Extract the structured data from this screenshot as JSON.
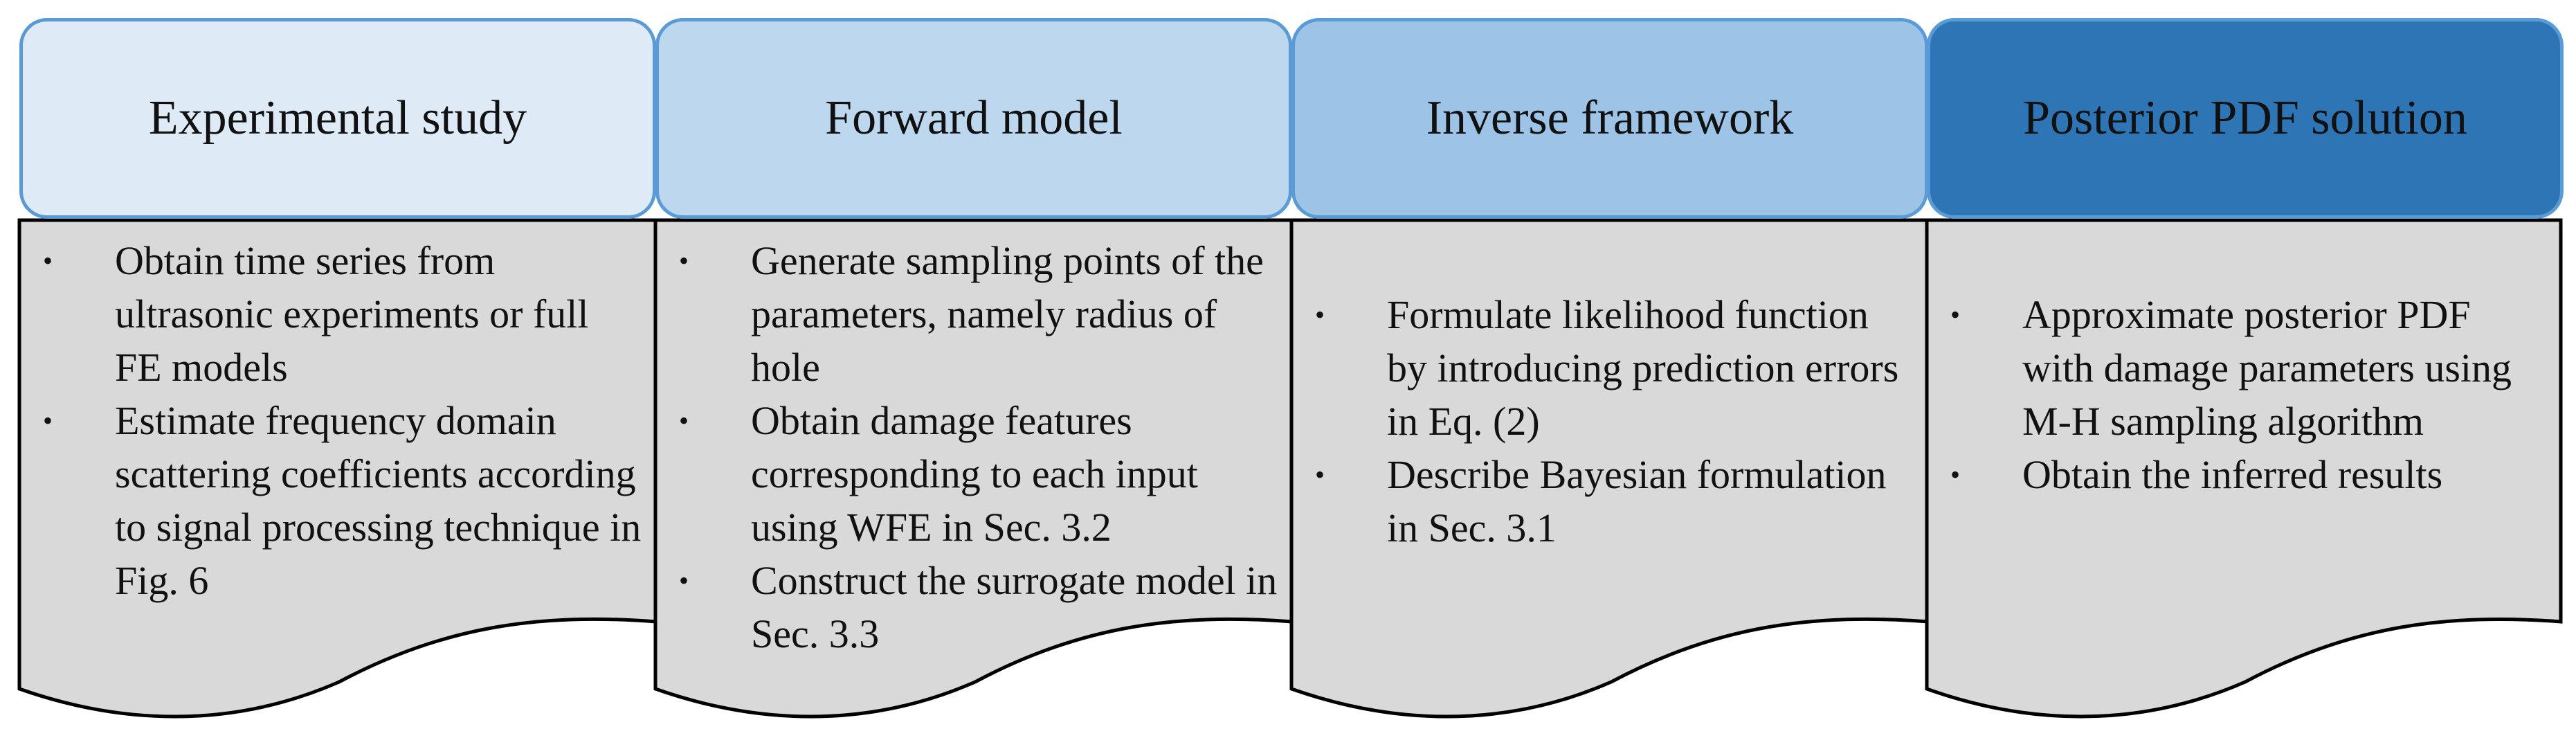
{
  "colors": {
    "header_border": "#5b9bd5",
    "header_fills": [
      "#deebf7",
      "#bdd7ee",
      "#9dc3e6",
      "#2e75b6"
    ],
    "body_fill": "#d9d9d9",
    "body_stroke": "#000000",
    "text": "#111111"
  },
  "bullet_symbol": "•",
  "columns": [
    {
      "title": "Experimental study",
      "bullets": [
        "Obtain time series from ultrasonic experiments or full FE models",
        "Estimate frequency domain scattering coefficients according to signal processing technique in Fig. 6"
      ]
    },
    {
      "title": "Forward model",
      "bullets": [
        "Generate sampling points of the parameters, namely radius of hole",
        "Obtain damage features corresponding to each input using WFE in Sec. 3.2",
        "Construct the surrogate model in Sec. 3.3"
      ]
    },
    {
      "title": "Inverse framework",
      "bullets": [
        "Formulate likelihood function by introducing prediction errors in Eq. (2)",
        "Describe Bayesian formulation in Sec. 3.1"
      ]
    },
    {
      "title": "Posterior PDF solution",
      "bullets": [
        "Approximate posterior PDF with damage parameters using M-H sampling algorithm",
        "Obtain the inferred results"
      ]
    }
  ]
}
